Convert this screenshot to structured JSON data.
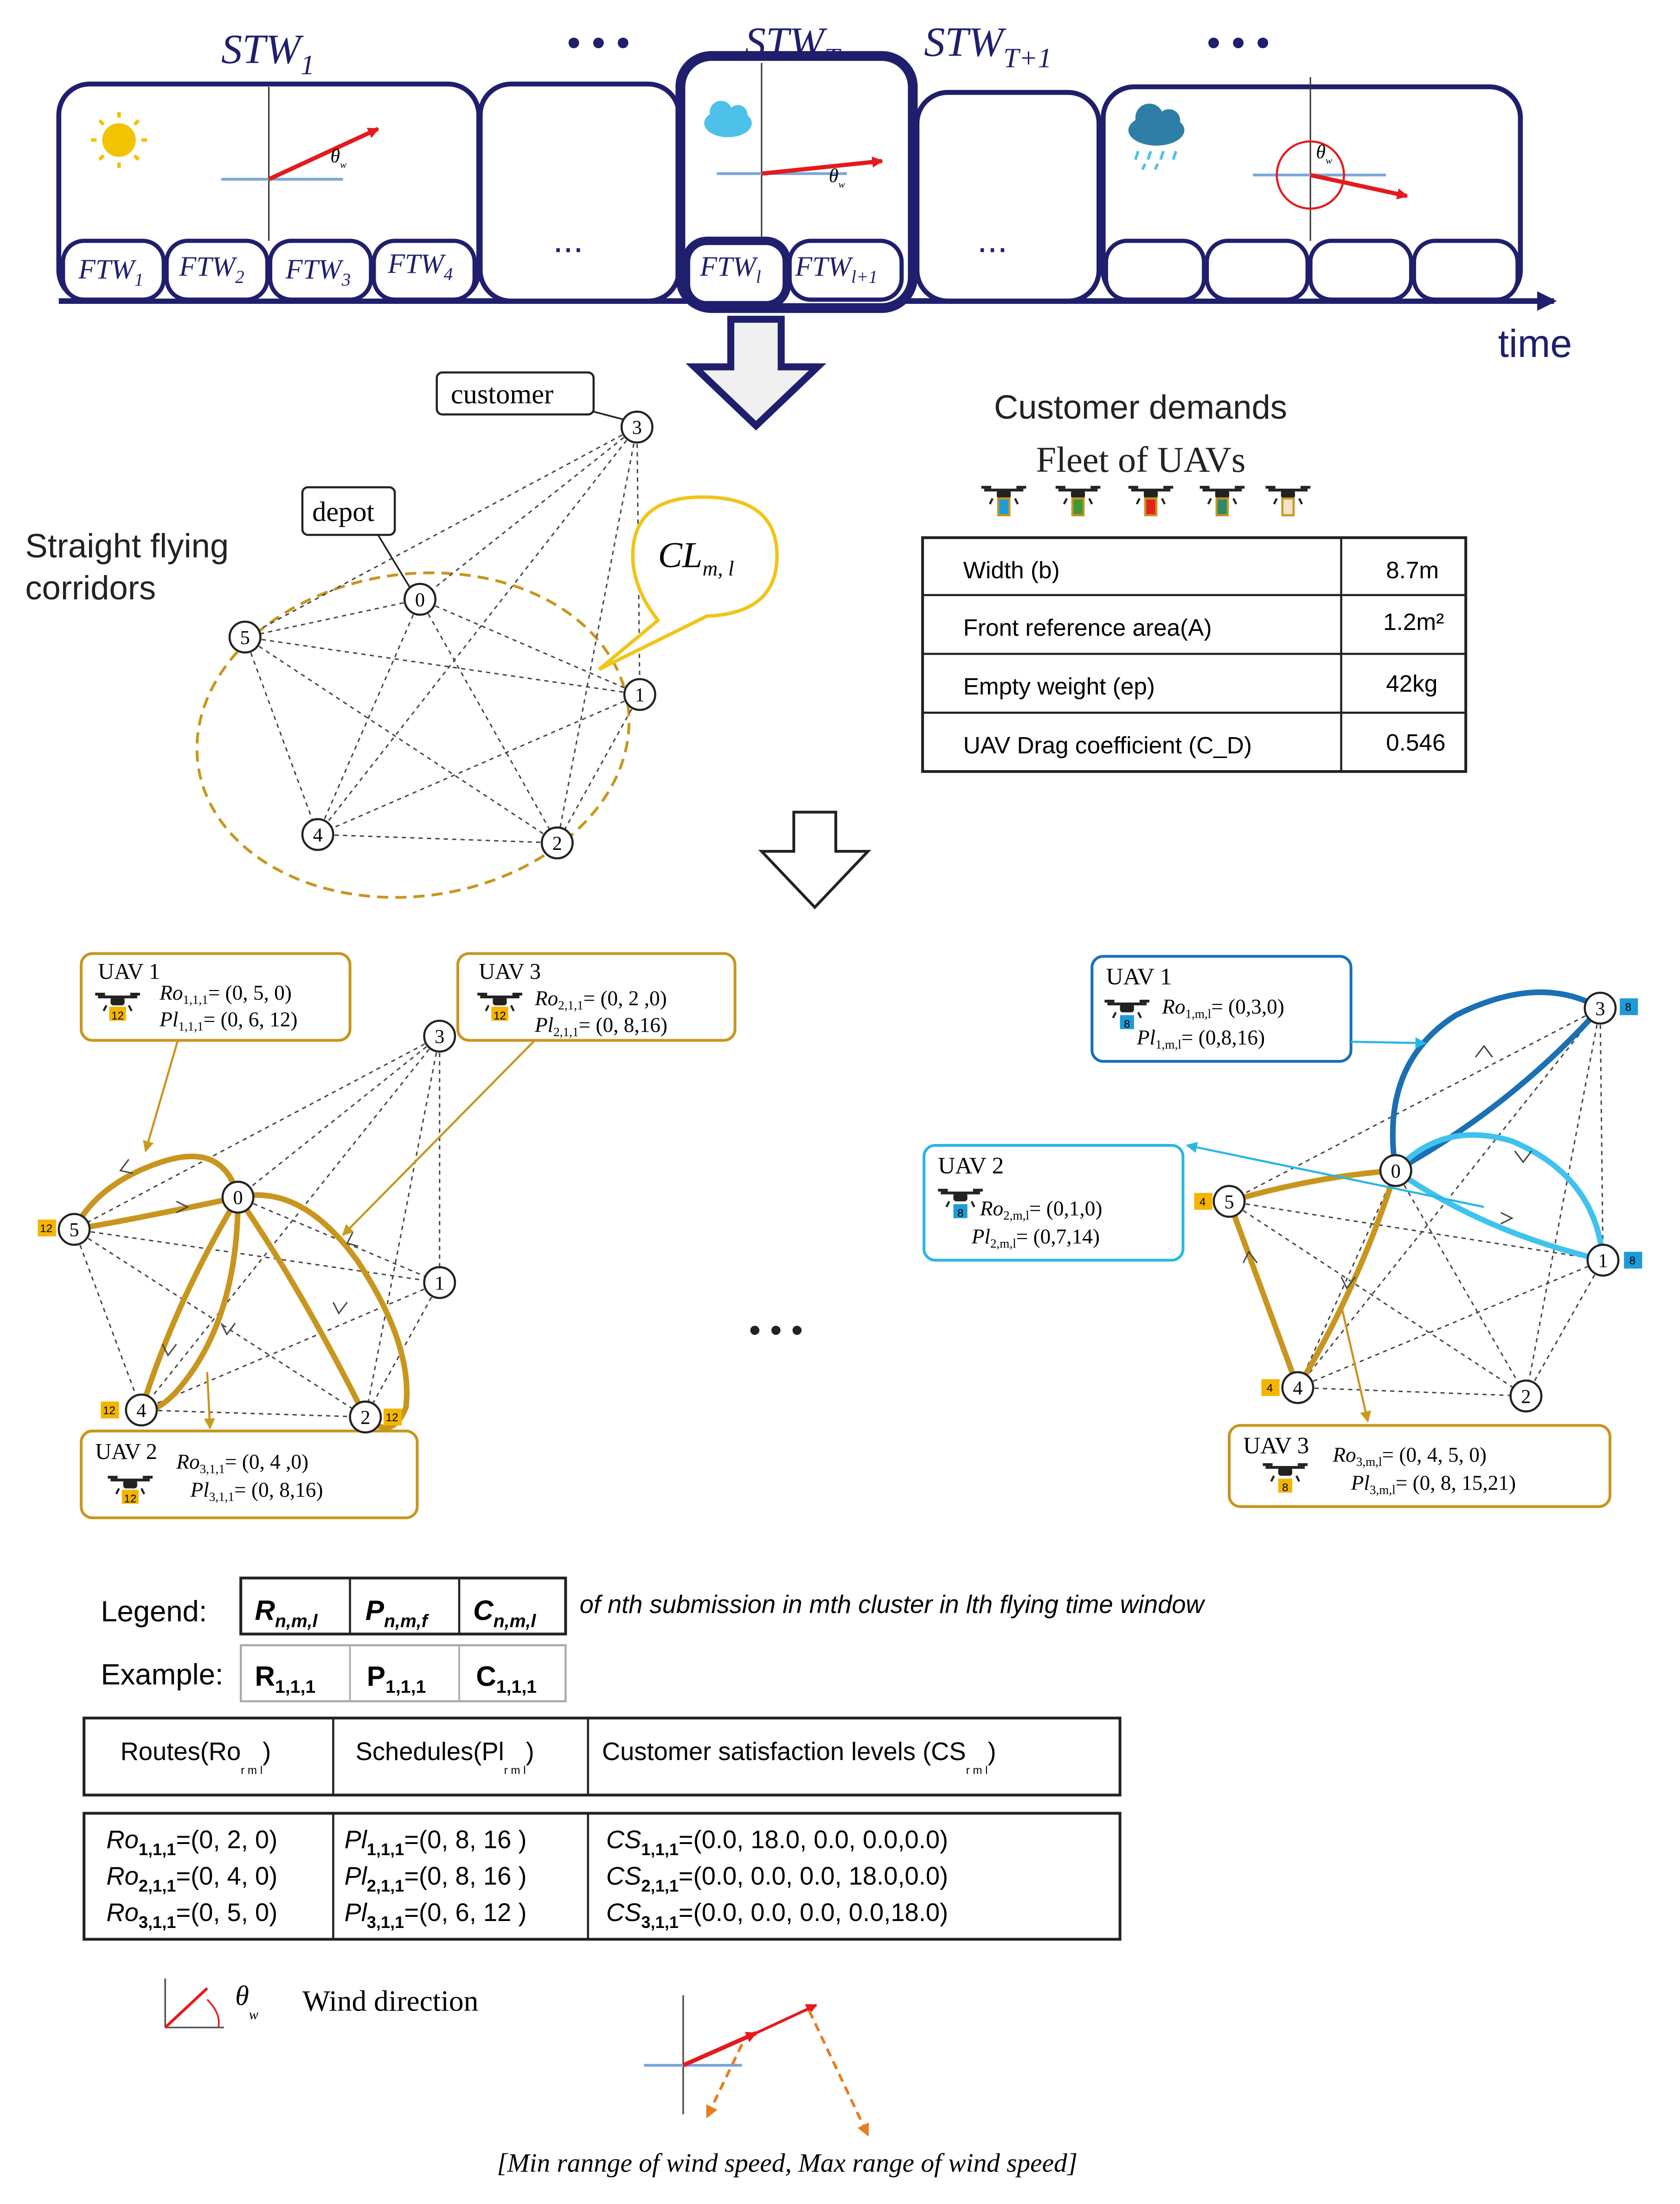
{
  "timeline": {
    "windows": [
      {
        "label": "STW",
        "sub": "1"
      },
      {
        "label": "STW",
        "sub": "T"
      },
      {
        "label": "STW",
        "sub": "T+1"
      }
    ],
    "ellipsis": "• • •",
    "dots": "...",
    "ftw": [
      {
        "label": "FTW",
        "sub": "1"
      },
      {
        "label": "FTW",
        "sub": "2"
      },
      {
        "label": "FTW",
        "sub": "3"
      },
      {
        "label": "FTW",
        "sub": "4"
      },
      {
        "label": "FTW",
        "sub": "l"
      },
      {
        "label": "FTW",
        "sub": "l+1"
      }
    ],
    "time_label": "time",
    "theta_sym": "θ",
    "theta_sub": "w"
  },
  "network": {
    "customer_label": "customer",
    "depot_label": "depot",
    "corridors_line1": "Straight flying",
    "corridors_line2": "corridors",
    "cluster_label": "CL",
    "cluster_sub": "m, l",
    "nodes": [
      "0",
      "1",
      "2",
      "3",
      "4",
      "5"
    ]
  },
  "specs": {
    "title1": "Customer demands",
    "title2": "Fleet of UAVs",
    "rows": [
      {
        "label": "Width (b)",
        "value": "8.7m"
      },
      {
        "label": "Front reference area(A)",
        "value": "1.2m²"
      },
      {
        "label": "Empty weight (ep)",
        "value": "42kg"
      },
      {
        "label": "UAV Drag coefficient (C_D)",
        "value": "0.546"
      }
    ],
    "colors": {
      "blue": "#1e9bd7",
      "green": "#3a9a3a",
      "red": "#e0241b",
      "teal": "#2a8a6a",
      "tan": "#e7c49a"
    }
  },
  "left_solution": {
    "uav1": {
      "title": "UAV 1",
      "ro": "Ro",
      "ro_sub": "1,1,1",
      "ro_val": "= (0, 5, 0)",
      "pl": "Pl",
      "pl_sub": "1,1,1",
      "pl_val": "= (0, 6, 12)",
      "badge": "12"
    },
    "uav3": {
      "title": "UAV 3",
      "ro": "Ro",
      "ro_sub": "2,1,1",
      "ro_val": "= (0, 2 ,0)",
      "pl": "Pl",
      "pl_sub": "2,1,1",
      "pl_val": "= (0, 8,16)",
      "badge": "12"
    },
    "uav2": {
      "title": "UAV 2",
      "ro": "Ro",
      "ro_sub": "3,1,1",
      "ro_val": "= (0, 4 ,0)",
      "pl": "Pl",
      "pl_sub": "3,1,1",
      "pl_val": "= (0, 8,16)",
      "badge": "12"
    },
    "node_badges": [
      "12",
      "12",
      "12"
    ]
  },
  "right_solution": {
    "uav1": {
      "title": "UAV 1",
      "ro": "Ro",
      "ro_sub": "1,m,l",
      "ro_val": "= (0,3,0)",
      "pl": "Pl",
      "pl_sub": "1,m,l",
      "pl_val": "= (0,8,16)",
      "badge": "8"
    },
    "uav2": {
      "title": "UAV 2",
      "ro": "Ro",
      "ro_sub": "2,m,l",
      "ro_val": "= (0,1,0)",
      "pl": "Pl",
      "pl_sub": "2,m,l",
      "pl_val": "= (0,7,14)",
      "badge": "8"
    },
    "uav3": {
      "title": "UAV 3",
      "ro": "Ro",
      "ro_sub": "3,m,l",
      "ro_val": "= (0, 4, 5, 0)",
      "pl": "Pl",
      "pl_sub": "3,m,l",
      "pl_val": "= (0, 8, 15,21)",
      "badge": "8"
    },
    "node_badges": [
      "8",
      "8",
      "4",
      "4"
    ]
  },
  "mid_dots": "• • •",
  "legend": {
    "label": "Legend:",
    "cells": [
      {
        "sym": "R",
        "sub": "n,m,l"
      },
      {
        "sym": "P",
        "sub": "n,m,f"
      },
      {
        "sym": "C",
        "sub": "n,m,l"
      }
    ],
    "desc": "of nth submission in mth cluster in lth flying time window",
    "example_label": "Example:",
    "example_cells": [
      {
        "sym": "R",
        "sub": "1,1,1"
      },
      {
        "sym": "P",
        "sub": "1,1,1"
      },
      {
        "sym": "C",
        "sub": "1,1,1"
      }
    ]
  },
  "results_table": {
    "headers": [
      {
        "text": "Routes(Ro",
        "sub": "r m l",
        "close": ")"
      },
      {
        "text": "Schedules(Pl",
        "sub": "r m l",
        "close": ")"
      },
      {
        "text": "Customer satisfaction levels (CS",
        "sub": "r m l",
        "close": ")"
      }
    ],
    "rows": [
      [
        {
          "p": "Ro",
          "s": "1,1,1",
          "v": "=(0, 2, 0)"
        },
        {
          "p": "Pl",
          "s": "1,1,1",
          "v": "=(0, 8, 16 )"
        },
        {
          "p": "CS",
          "s": "1,1,1",
          "v": "=(0.0, 18.0, 0.0, 0.0,0.0)"
        }
      ],
      [
        {
          "p": "Ro",
          "s": "2,1,1",
          "v": "=(0, 4, 0)"
        },
        {
          "p": "Pl",
          "s": "2,1,1",
          "v": "=(0, 8, 16 )"
        },
        {
          "p": "CS",
          "s": "2,1,1",
          "v": "=(0.0, 0.0, 0.0, 18.0,0.0)"
        }
      ],
      [
        {
          "p": "Ro",
          "s": "3,1,1",
          "v": "=(0, 5, 0)"
        },
        {
          "p": "Pl",
          "s": "3,1,1",
          "v": "=(0, 6, 12 )"
        },
        {
          "p": "CS",
          "s": "3,1,1",
          "v": "=(0.0, 0.0, 0.0, 0.0,18.0)"
        }
      ]
    ]
  },
  "wind": {
    "theta": "θ",
    "theta_sub": "w",
    "label": "Wind direction",
    "range": "[Min rannge  of wind speed, Max range of wind speed]"
  }
}
